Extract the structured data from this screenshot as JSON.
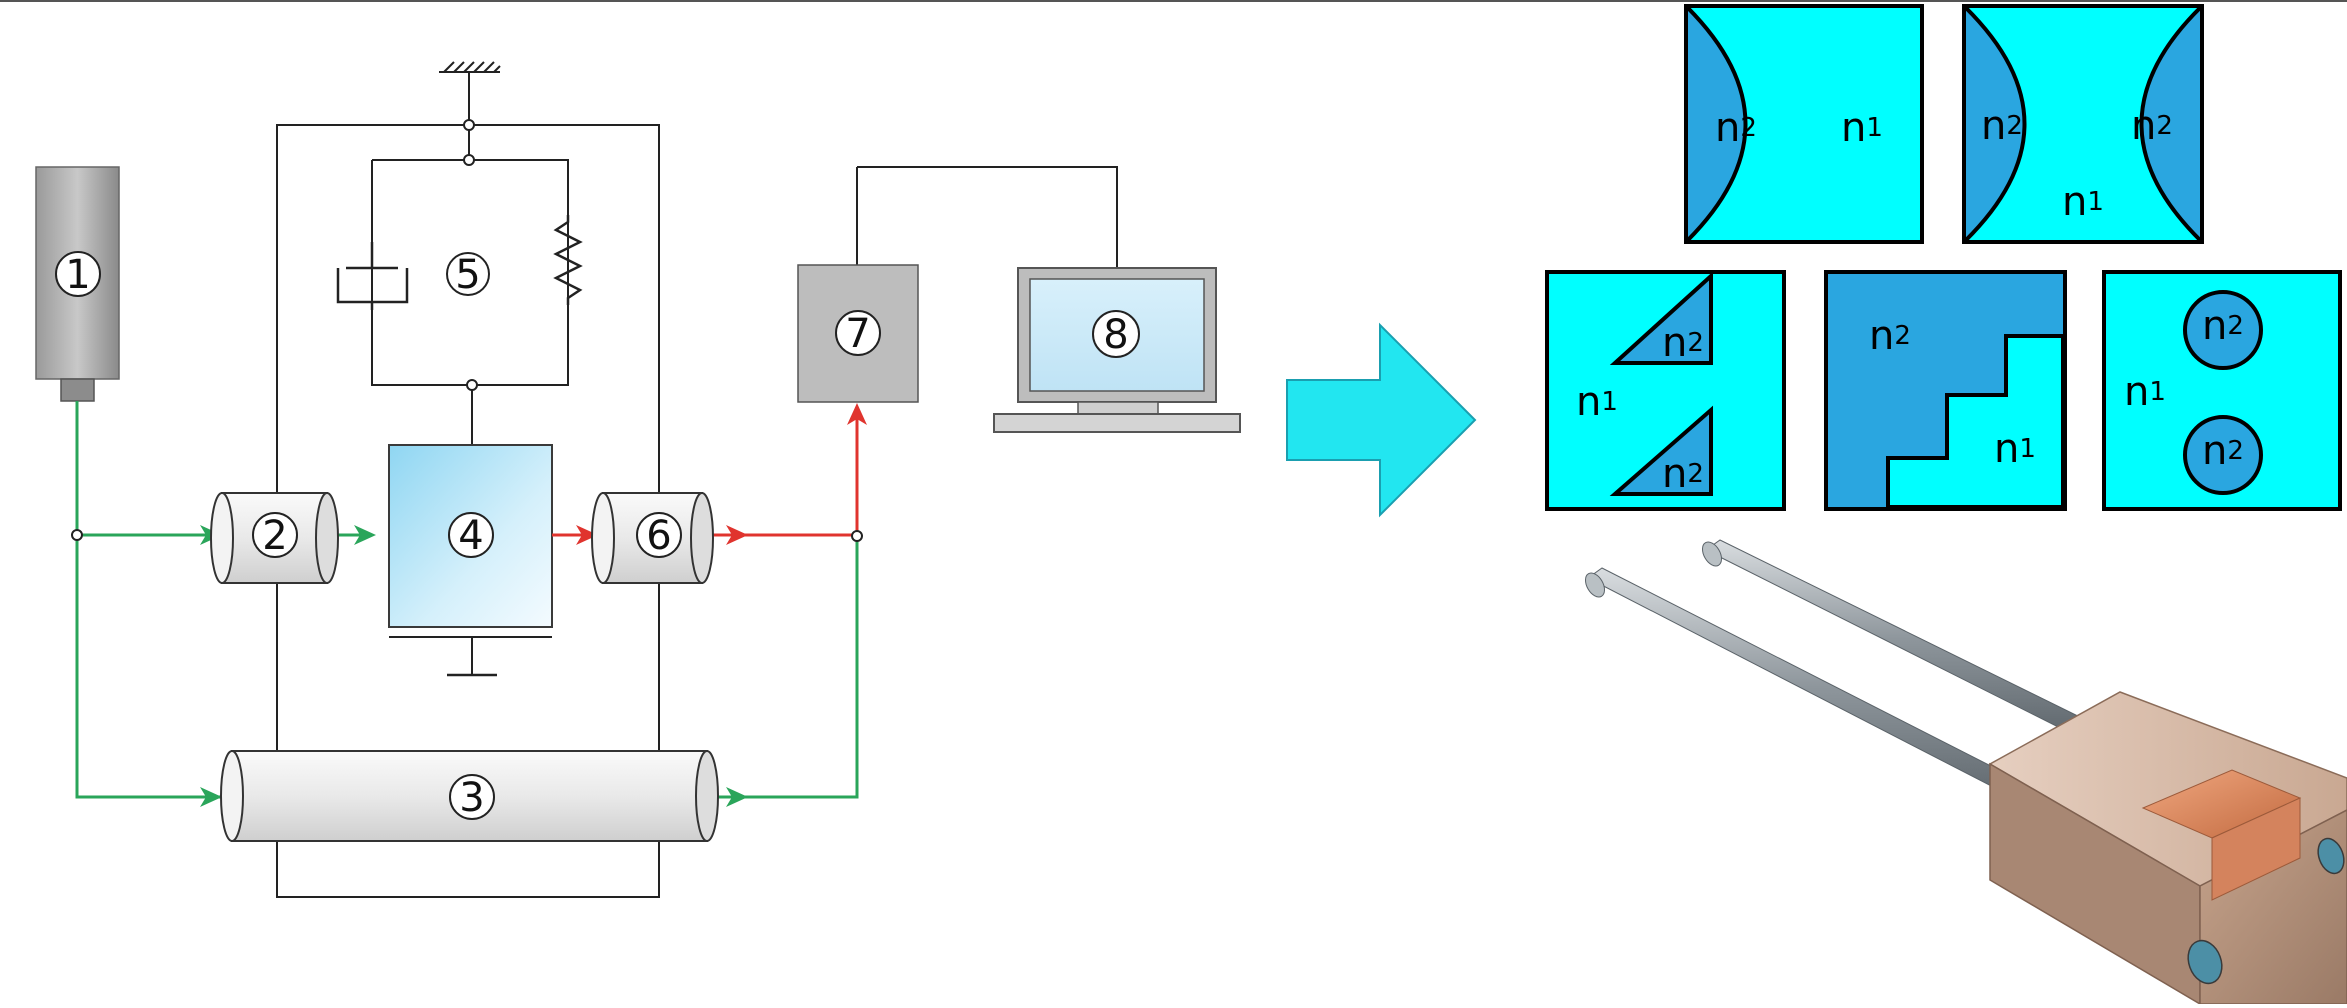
{
  "colors": {
    "wire": "#222222",
    "green_path": "#2aa55a",
    "red_path": "#e0342e",
    "panel_light": "#00ffff",
    "panel_dark": "#2aa6e0",
    "arrow": "#22e6f0",
    "device_gray": "#bfbfbf",
    "sample_blue": "#c9ecf8"
  },
  "components": [
    {
      "id": "c1",
      "label": "1"
    },
    {
      "id": "c2",
      "label": "2"
    },
    {
      "id": "c3",
      "label": "3"
    },
    {
      "id": "c4",
      "label": "4"
    },
    {
      "id": "c5",
      "label": "5"
    },
    {
      "id": "c6",
      "label": "6"
    },
    {
      "id": "c7",
      "label": "7"
    },
    {
      "id": "c8",
      "label": "8"
    }
  ],
  "icons": {
    "ground": "ground-icon",
    "dashpot": "dashpot-icon",
    "spring": "spring-icon",
    "laptop": "laptop-icon",
    "transition_arrow": "right-arrow-icon",
    "probe": "probe-3d-icon"
  },
  "panels": [
    {
      "id": "p1",
      "labels": [
        {
          "base": "n",
          "sub": "2"
        },
        {
          "base": "n",
          "sub": "1"
        }
      ]
    },
    {
      "id": "p2",
      "labels": [
        {
          "base": "n",
          "sub": "2"
        },
        {
          "base": "n",
          "sub": "2"
        },
        {
          "base": "n",
          "sub": "1"
        }
      ]
    },
    {
      "id": "p3",
      "labels": [
        {
          "base": "n",
          "sub": "2"
        },
        {
          "base": "n",
          "sub": "1"
        },
        {
          "base": "n",
          "sub": "2"
        }
      ]
    },
    {
      "id": "p4",
      "labels": [
        {
          "base": "n",
          "sub": "2"
        },
        {
          "base": "n",
          "sub": "1"
        }
      ]
    },
    {
      "id": "p5",
      "labels": [
        {
          "base": "n",
          "sub": "2"
        },
        {
          "base": "n",
          "sub": "1"
        },
        {
          "base": "n",
          "sub": "2"
        }
      ]
    }
  ]
}
